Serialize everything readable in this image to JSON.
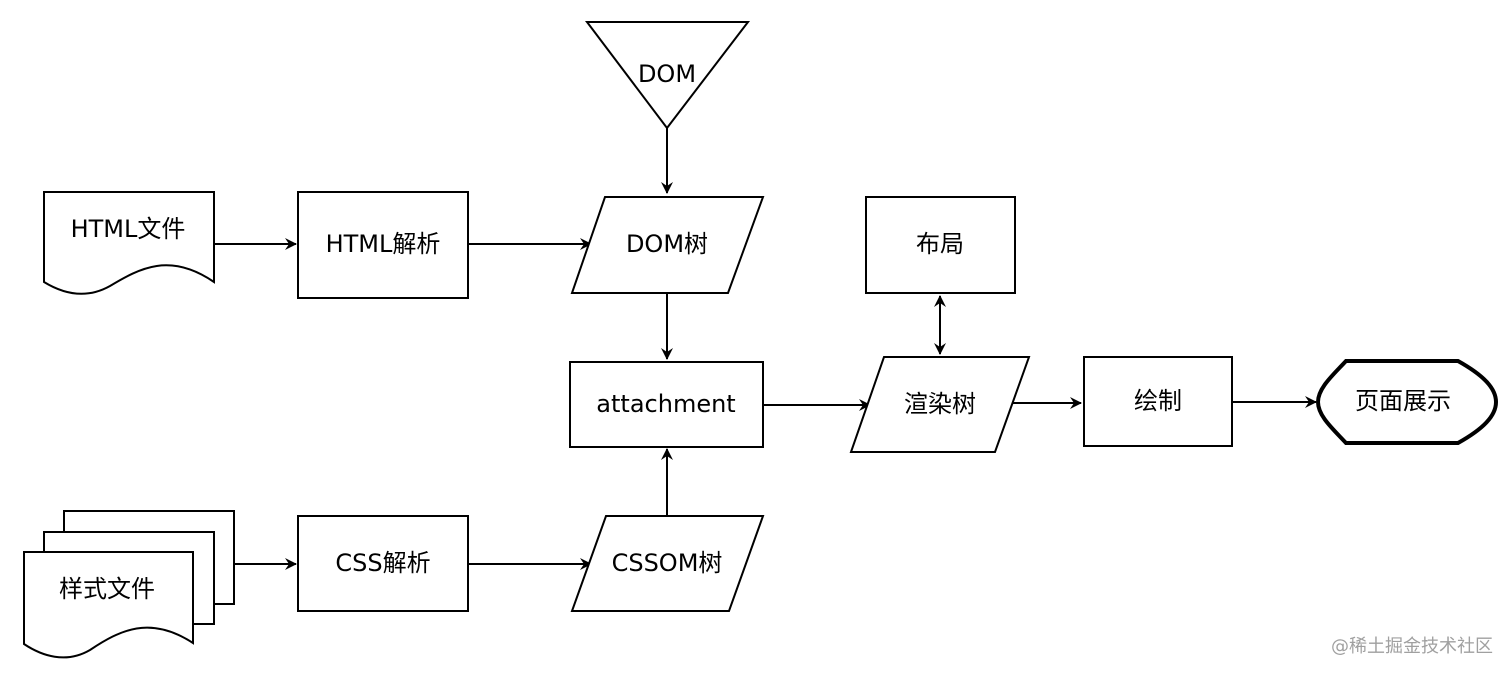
{
  "nodes": {
    "dom_source": "DOM",
    "html_file": "HTML文件",
    "html_parse": "HTML解析",
    "dom_tree": "DOM树",
    "layout": "布局",
    "attachment": "attachment",
    "render_tree": "渲染树",
    "paint": "绘制",
    "page_display": "页面展示",
    "style_files": "样式文件",
    "css_parse": "CSS解析",
    "cssom_tree": "CSSOM树"
  },
  "edges": [
    {
      "from": "dom_source",
      "to": "dom_tree"
    },
    {
      "from": "html_file",
      "to": "html_parse"
    },
    {
      "from": "html_parse",
      "to": "dom_tree"
    },
    {
      "from": "dom_tree",
      "to": "attachment"
    },
    {
      "from": "style_files",
      "to": "css_parse"
    },
    {
      "from": "css_parse",
      "to": "cssom_tree"
    },
    {
      "from": "cssom_tree",
      "to": "attachment"
    },
    {
      "from": "attachment",
      "to": "render_tree"
    },
    {
      "from": "render_tree",
      "to": "layout",
      "bidirectional": true
    },
    {
      "from": "render_tree",
      "to": "paint"
    },
    {
      "from": "paint",
      "to": "page_display"
    }
  ],
  "watermark": "@稀土掘金技术社区",
  "colors": {
    "stroke": "#000000",
    "fill": "#ffffff",
    "watermark": "#a0a0a0"
  }
}
